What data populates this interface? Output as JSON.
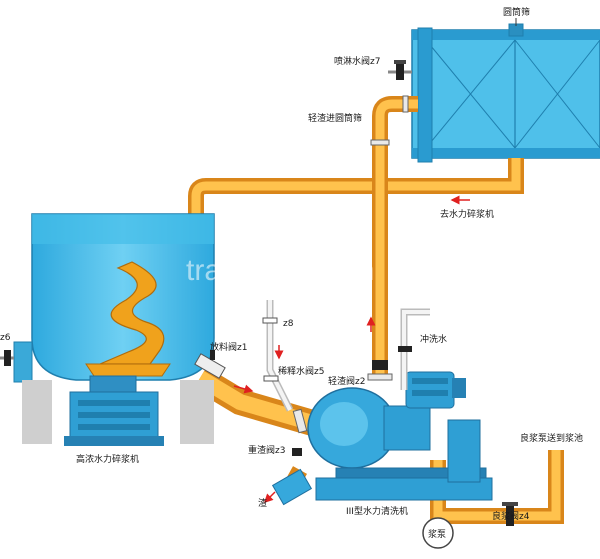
{
  "labels": {
    "drum_screen": "圆筒筛",
    "spray_valve": "喷淋水阀z7",
    "light_residue_inlet": "轻渣进圆筒筛",
    "to_pulper": "去水力碎浆机",
    "watermark": "trade.china.cn",
    "z6": "z6",
    "z8": "z8",
    "discharge_valve": "放料阀z1",
    "dilution_valve": "稀释水阀z5",
    "light_residue_valve": "轻渣阀z2",
    "flush_water": "冲洗水",
    "heavy_residue_valve": "重渣阀z3",
    "residue": "渣",
    "hd_pulper": "高浓水力碎浆机",
    "type3_cleaner": "III型水力清洗机",
    "pulp_pump": "浆泵",
    "good_pulp_valve": "良浆阀z4",
    "good_pulp_to_tank": "良浆泵送到浆池"
  },
  "colors": {
    "pipe": "#f4a623",
    "vessel": "#38b7e8",
    "vessel_dark": "#1f8fc3",
    "machine": "#2f9fd4",
    "arrow": "#e02020",
    "support": "#c8c8c8"
  }
}
